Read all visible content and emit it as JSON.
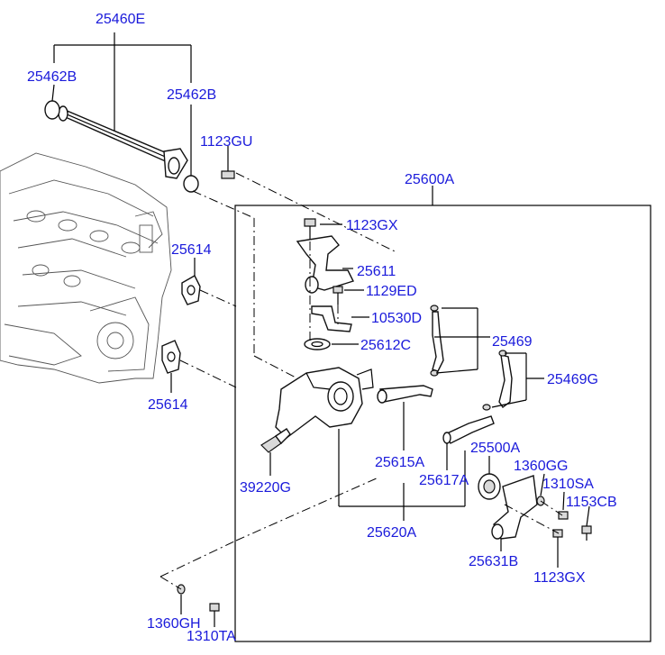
{
  "diagram": {
    "labels": {
      "l_25460E": "25460E",
      "l_25462B_left": "25462B",
      "l_25462B_right": "25462B",
      "l_1123GU": "1123GU",
      "l_25600A": "25600A",
      "l_1123GX_top": "1123GX",
      "l_25614_top": "25614",
      "l_25611": "25611",
      "l_1129ED": "1129ED",
      "l_10530D": "10530D",
      "l_25612C": "25612C",
      "l_25469": "25469",
      "l_25614_bottom": "25614",
      "l_25469G": "25469G",
      "l_25500A": "25500A",
      "l_1360GG": "1360GG",
      "l_25615A": "25615A",
      "l_1310SA": "1310SA",
      "l_39220G": "39220G",
      "l_25617A": "25617A",
      "l_1153CB": "1153CB",
      "l_25620A": "25620A",
      "l_25631B": "25631B",
      "l_1123GX_bottom": "1123GX",
      "l_1360GH": "1360GH",
      "l_1310TA": "1310TA"
    },
    "colors": {
      "label": "#1a1adb",
      "line": "#000000"
    }
  }
}
